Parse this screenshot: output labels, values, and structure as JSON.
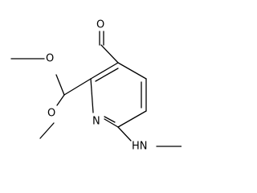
{
  "molecule": {
    "atoms": {
      "aldehyde_oxygen": "O",
      "methoxy_oxygen_upper": "O",
      "methoxy_oxygen_lower": "O",
      "ring_nitrogen": "N",
      "amine": "HN"
    }
  }
}
